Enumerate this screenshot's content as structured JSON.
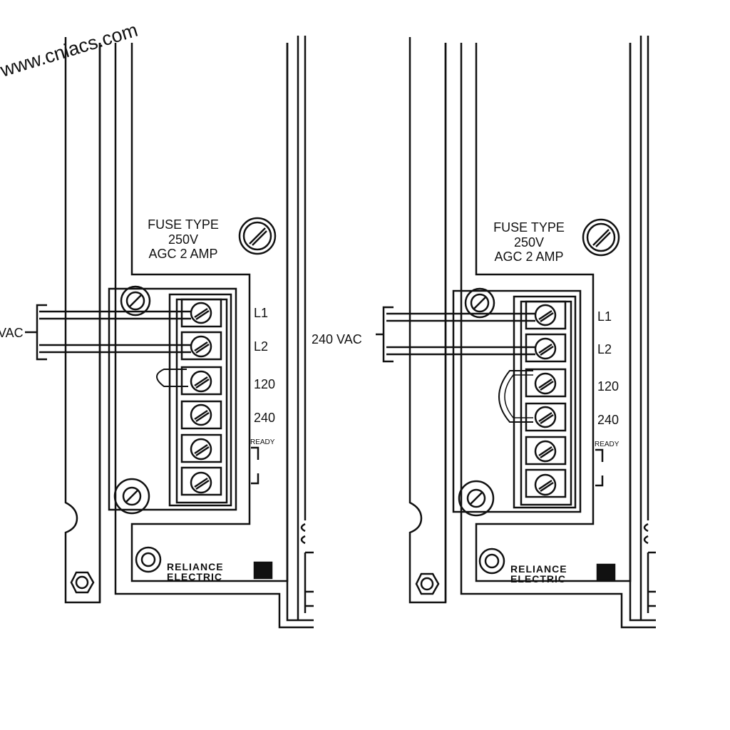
{
  "watermark": "www.cniacs.com",
  "panels": [
    {
      "fuse_label": [
        "FUSE TYPE",
        "250V",
        "AGC 2 AMP"
      ],
      "supply_label": "VAC",
      "terminals": [
        "L1",
        "L2",
        "120",
        "240",
        "READY"
      ],
      "brand": [
        "RELIANCE",
        "ELECTRIC"
      ],
      "jumper": "120"
    },
    {
      "fuse_label": [
        "FUSE TYPE",
        "250V",
        "AGC 2 AMP"
      ],
      "supply_label": "240 VAC",
      "terminals": [
        "L1",
        "L2",
        "120",
        "240",
        "READY"
      ],
      "brand": [
        "RELIANCE",
        "ELECTRIC"
      ],
      "jumper": "240"
    }
  ]
}
